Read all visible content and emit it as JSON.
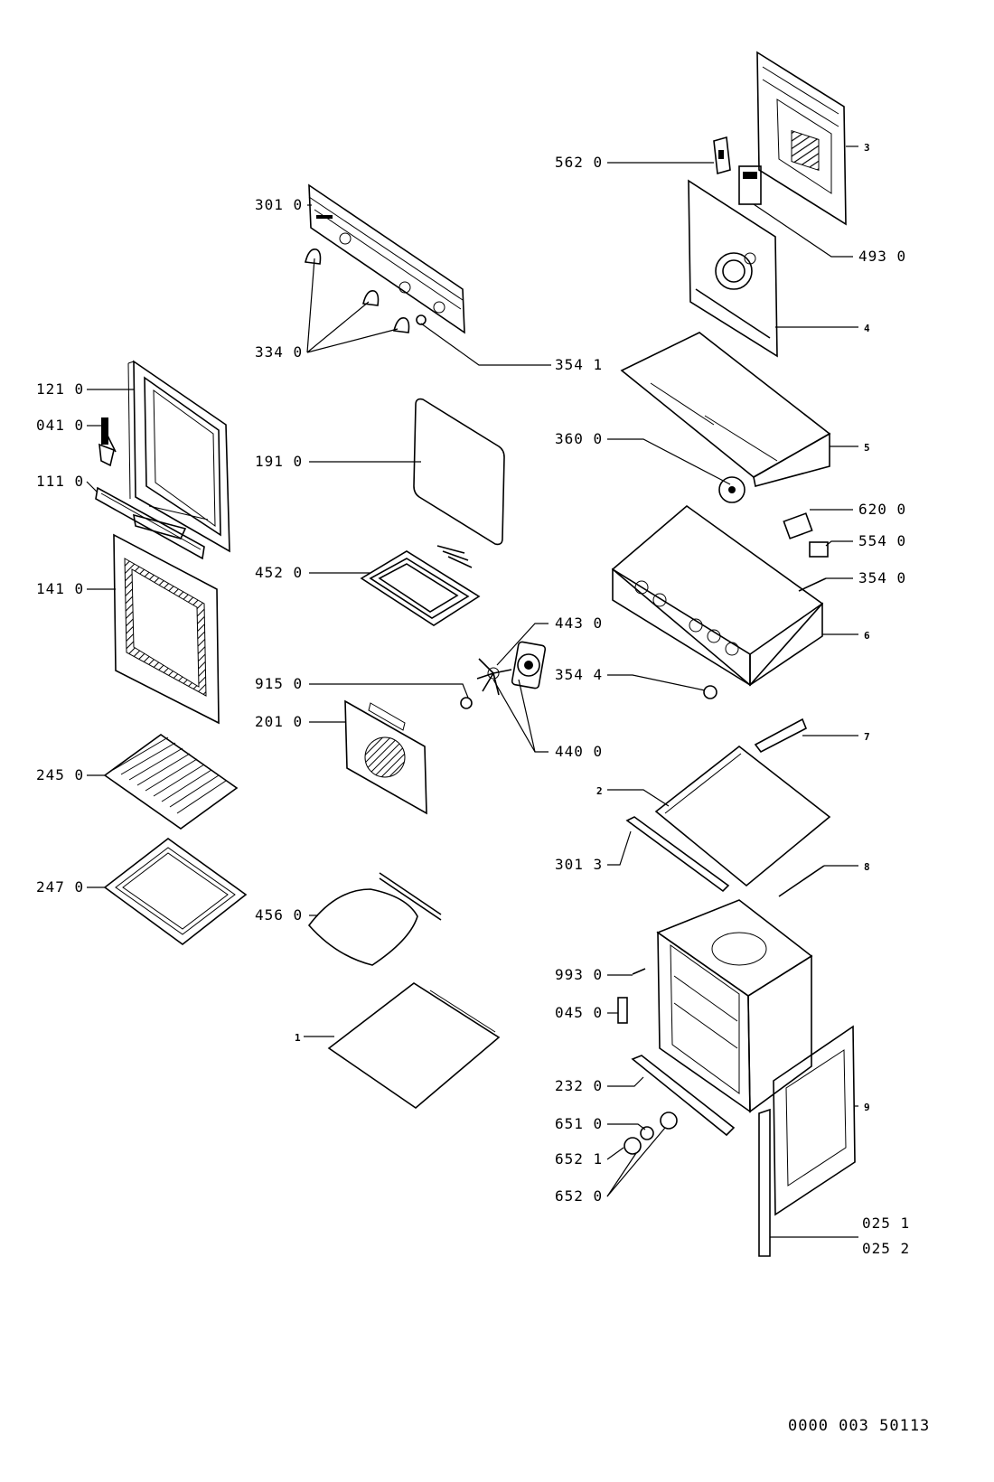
{
  "document_code": "0000 003 50113",
  "callouts": {
    "c3010": "301 0",
    "c3340": "334 0",
    "c3541": "354 1",
    "c1210": "121 0",
    "c0410": "041 0",
    "c1110": "111 0",
    "c1910": "191 0",
    "c1410": "141 0",
    "c4520": "452 0",
    "c9150": "915 0",
    "c2010": "201 0",
    "c4430": "443 0",
    "c4400": "440 0",
    "c2450": "245 0",
    "c2470": "247 0",
    "c4560": "456 0",
    "c1": "1",
    "c5620": "562 0",
    "c3": "3",
    "c4930": "493 0",
    "c4": "4",
    "c3600": "360 0",
    "c5": "5",
    "c6200": "620 0",
    "c5540": "554 0",
    "c3540": "354 0",
    "c6": "6",
    "c3544": "354 4",
    "c7": "7",
    "c2": "2",
    "c3013": "301 3",
    "c8": "8",
    "c9930": "993 0",
    "c0450": "045 0",
    "c2320": "232 0",
    "c6510": "651 0",
    "c6521": "652 1",
    "c6520": "652 0",
    "c9": "9",
    "c0251": "025 1",
    "c0252": "025 2"
  }
}
